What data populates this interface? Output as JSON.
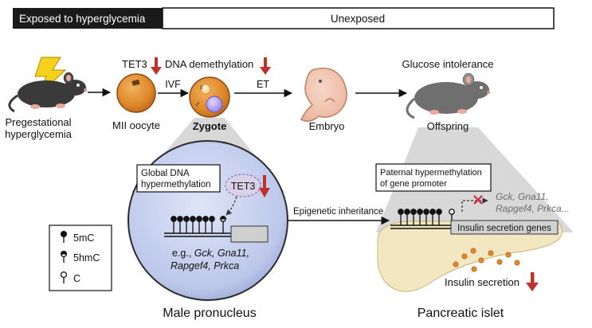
{
  "banner": {
    "exposed_label": "Exposed to hyperglycemia",
    "unexposed_label": "Unexposed"
  },
  "stages": {
    "mother_line1": "Pregestational",
    "mother_line2": "hyperglycemia",
    "oocyte": "MII oocyte",
    "zygote": "Zygote",
    "embryo": "Embryo",
    "offspring": "Offspring"
  },
  "top_annotations": {
    "tet3": "TET3",
    "dna_demethylation": "DNA demethylation",
    "glucose_intolerance": "Glucose intolerance"
  },
  "steps": {
    "ivf": "IVF",
    "et": "ET",
    "epigenetic_inheritance": "Epigenetic inheritance"
  },
  "pronucleus": {
    "box_line1": "Global DNA",
    "box_line2": "hypermethylation",
    "tet3": "TET3",
    "genes_prefix": "e.g., ",
    "genes_line1_italic": "Gck, Gna11,",
    "genes_line2_italic": "Rapgef4, Prkca",
    "title": "Male pronucleus"
  },
  "islet": {
    "box_line1": "Paternal hypermethylation",
    "box_line2": "of gene promoter",
    "genes_line1": "Gck, Gna11,",
    "genes_line2": "Rapgef4, Prkca...",
    "gene_box": "Insulin secretion genes",
    "insulin_secretion": "Insulin secretion",
    "title": "Pancreatic islet"
  },
  "legend": {
    "mc": "5mC",
    "hmc": "5hmC",
    "c": "C"
  },
  "colors": {
    "banner_black": "#1a1a1a",
    "down_arrow": "#c0312b",
    "oocyte": "#e0892b",
    "nucleus_fill": "#c9d2ee",
    "tet3_bubble": "#d9d0ea",
    "insulin_granule": "#e0892b",
    "gray_cone": "#d6d6d6"
  }
}
